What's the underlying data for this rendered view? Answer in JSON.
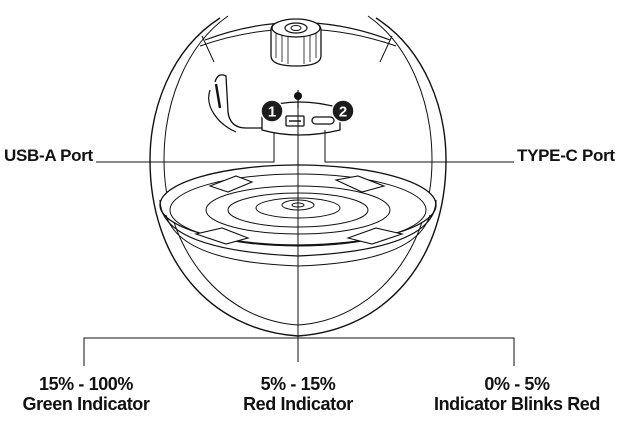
{
  "ports": {
    "usb_a": "USB-A Port",
    "type_c": "TYPE-C Port"
  },
  "badges": [
    "1",
    "2"
  ],
  "levels": [
    {
      "range": "15% - 100%",
      "desc": "Green Indicator"
    },
    {
      "range": "5% - 15%",
      "desc": "Red Indicator"
    },
    {
      "range": "0% - 5%",
      "desc": "Indicator Blinks Red"
    }
  ],
  "colors": {
    "line": "#111111",
    "badge": "#1c1c1c",
    "background": "#ffffff"
  }
}
